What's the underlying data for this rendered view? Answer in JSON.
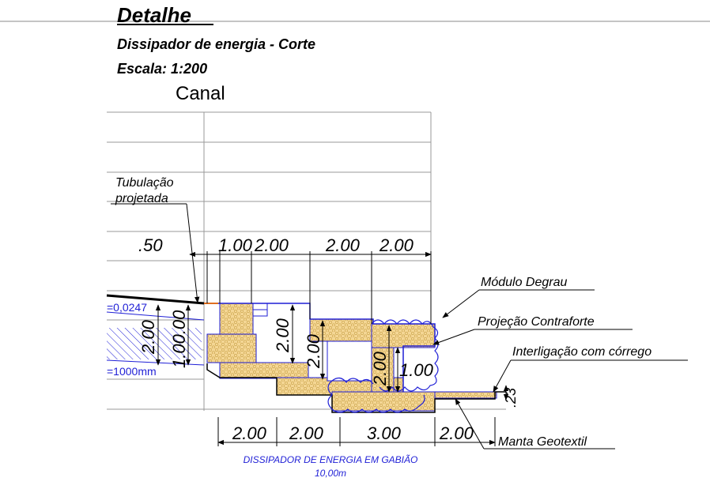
{
  "header": {
    "title": "Detalhe",
    "subtitle": "Dissipador de energia - Corte",
    "scale": "Escala: 1:200",
    "channel_label": "Canal"
  },
  "labels": {
    "tubulacao_line1": "Tubulação",
    "tubulacao_line2": "projetada",
    "modulo_degrau": "Módulo Degrau",
    "projecao_contraforte": "Projeção Contraforte",
    "interligacao": "Interligação com córrego",
    "manta": "Manta Geotextil",
    "slope_value": "=0,0247",
    "diameter_value": "=1000mm"
  },
  "dimensions": {
    "top": [
      ".50",
      "1.00",
      "2.00",
      "2.00",
      "2.00"
    ],
    "left_vertical": [
      "2.00",
      "1.00.00"
    ],
    "inner_vertical": [
      "2.00",
      "2.00",
      "2.00",
      "1.00"
    ],
    "right_vertical": ".23",
    "bottom": [
      "2.00",
      "2.00",
      "3.00",
      "2.00"
    ]
  },
  "caption": {
    "line1": "DISSIPADOR DE ENERGIA EM GABIÃO",
    "line2": "10,00m"
  },
  "colors": {
    "gabion_fill": "#f2d28a",
    "gabion_stroke": "#c9a24a",
    "structure_blue": "#1f1fd6",
    "channel_stroke": "#000000"
  }
}
